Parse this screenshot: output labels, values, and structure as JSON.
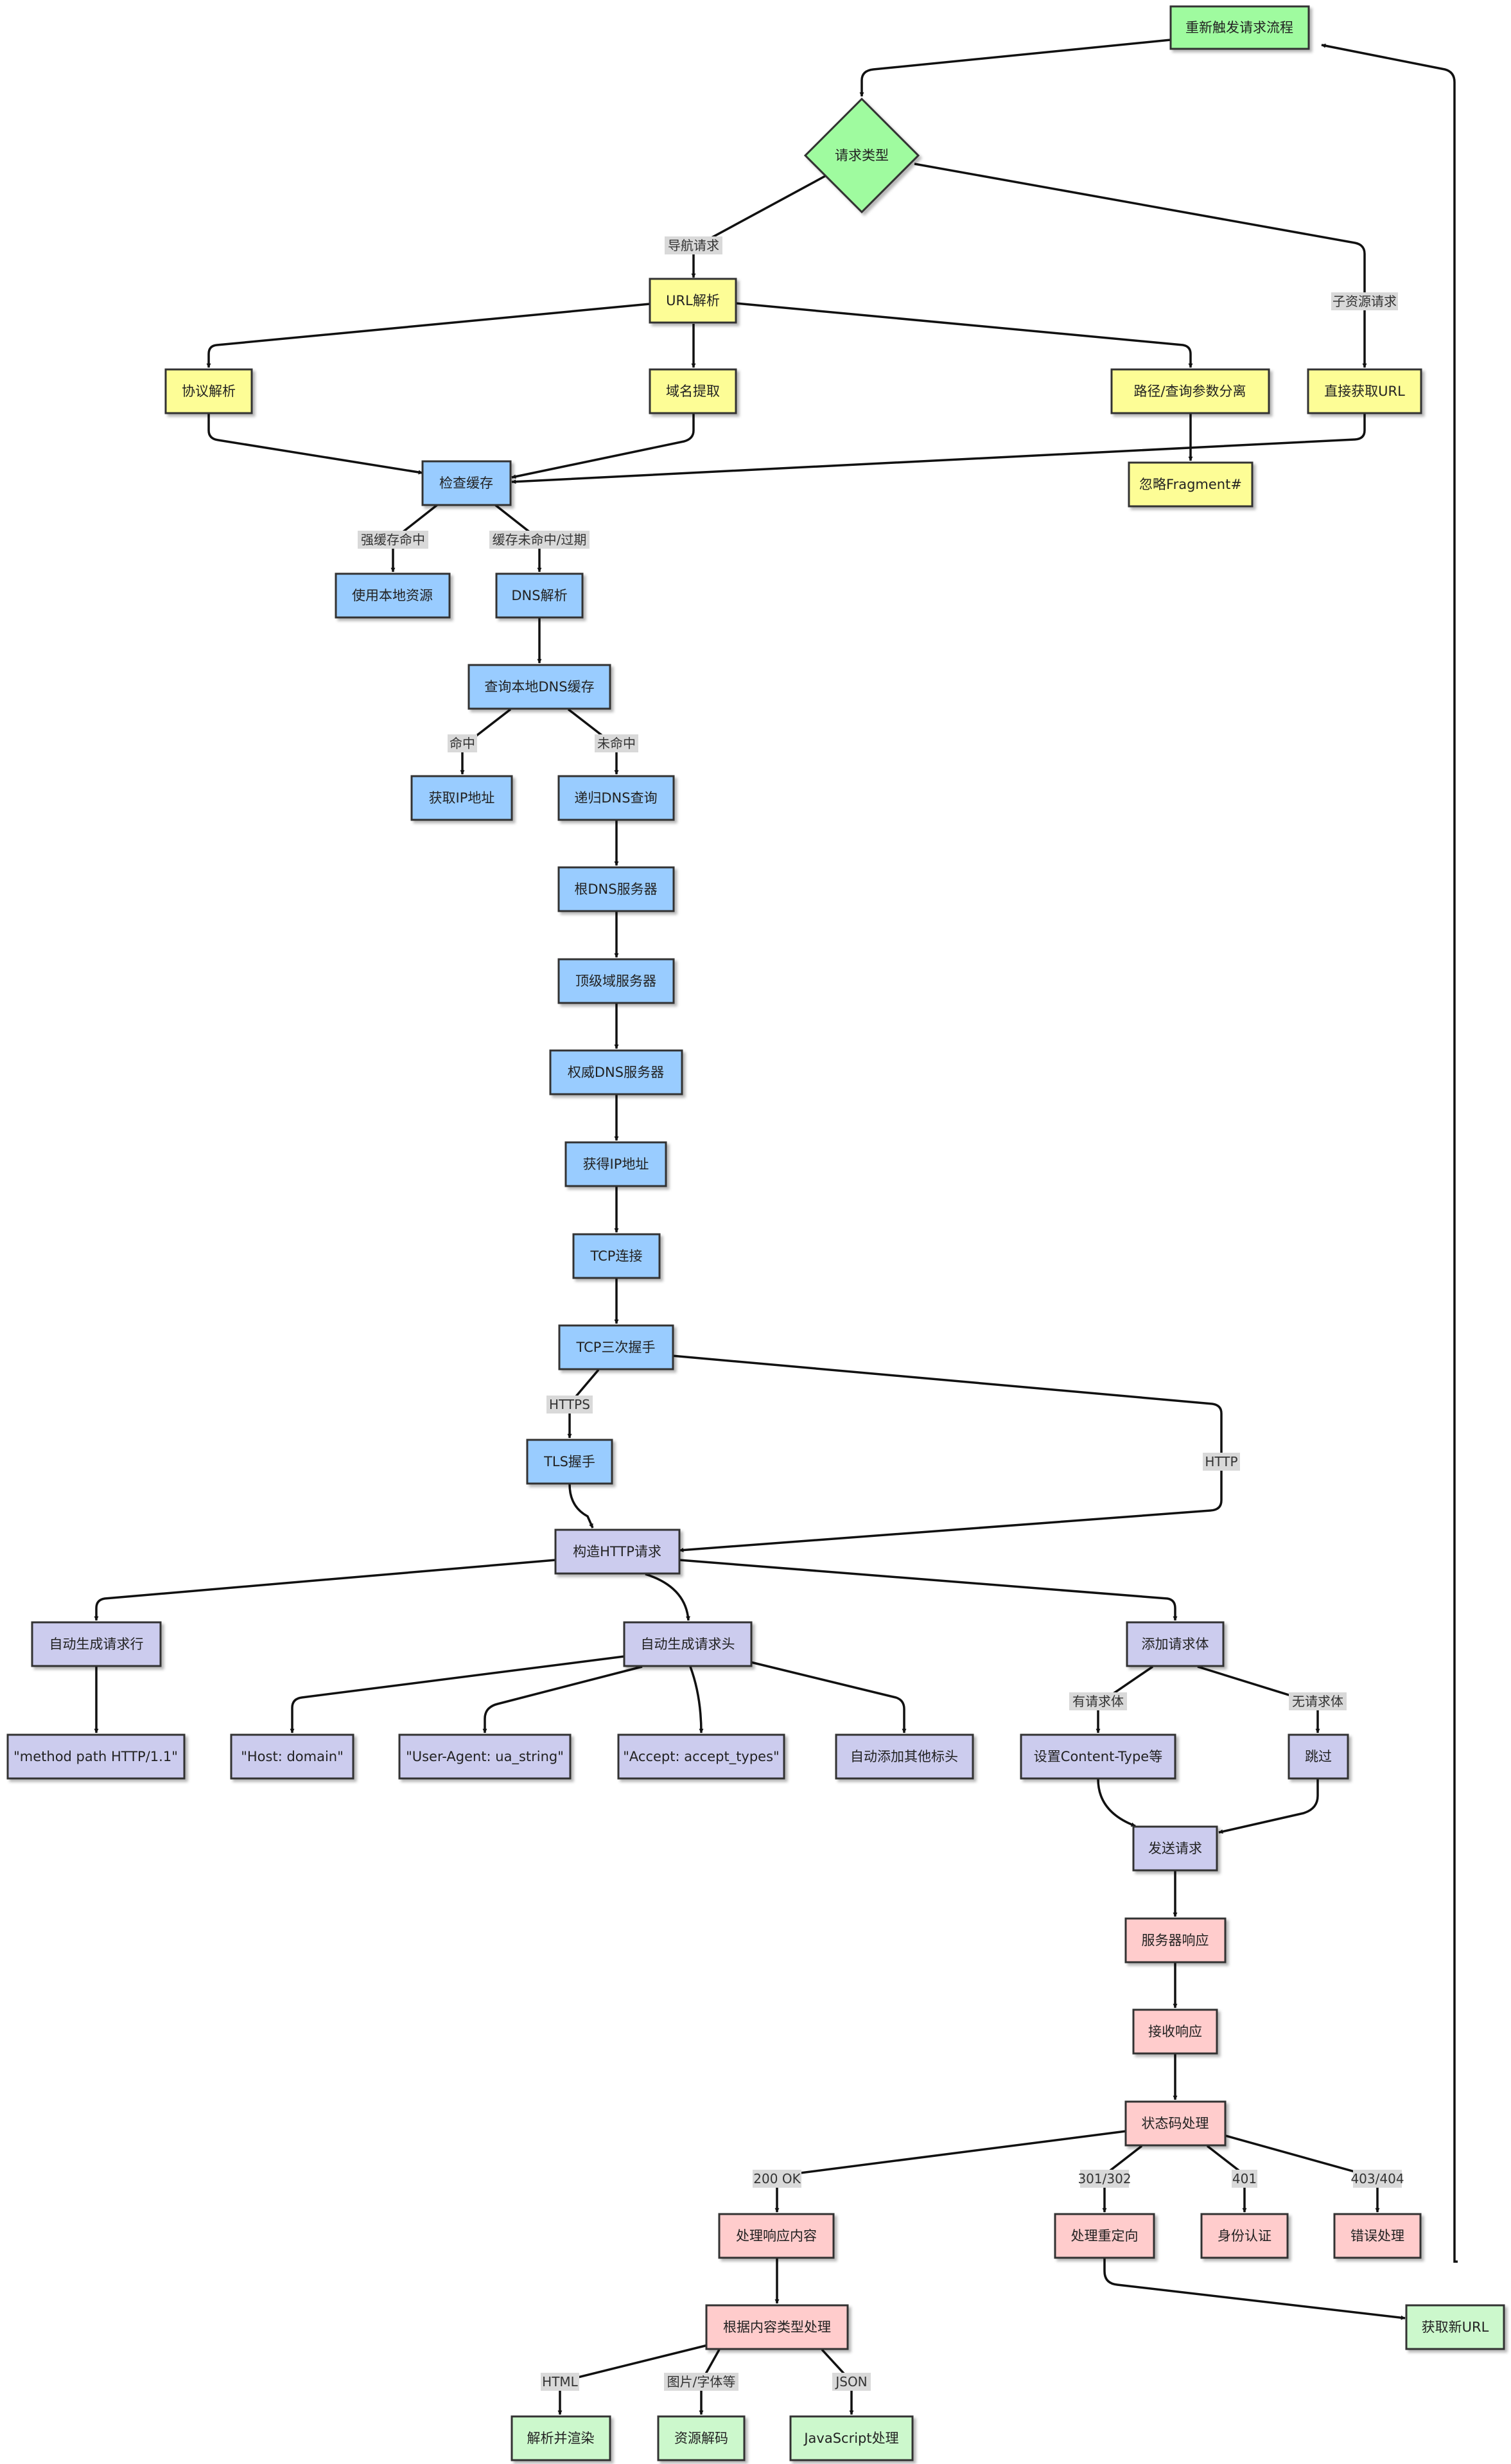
{
  "colors": {
    "green": "#9ffb9f",
    "green_light": "#ccf8cc",
    "yellow": "#fdfd96",
    "blue": "#99ccff",
    "purple": "#ccccee",
    "pink": "#ffcccc",
    "border": "#333333",
    "edge": "#111111",
    "label_bg": "#d9d9d9"
  },
  "nodes": {
    "retrigger": "重新触发请求流程",
    "request_type": "请求类型",
    "url_parse": "URL解析",
    "protocol_parse": "协议解析",
    "domain_extract": "域名提取",
    "path_query_split": "路径/查询参数分离",
    "direct_url": "直接获取URL",
    "ignore_fragment": "忽略Fragment#",
    "check_cache": "检查缓存",
    "use_local": "使用本地资源",
    "dns_resolve": "DNS解析",
    "query_local_dns": "查询本地DNS缓存",
    "get_ip": "获取IP地址",
    "recursive_dns": "递归DNS查询",
    "root_dns": "根DNS服务器",
    "tld_server": "顶级域服务器",
    "auth_dns": "权威DNS服务器",
    "got_ip": "获得IP地址",
    "tcp_connect": "TCP连接",
    "tcp_handshake": "TCP三次握手",
    "tls_handshake": "TLS握手",
    "build_request": "构造HTTP请求",
    "gen_request_line": "自动生成请求行",
    "gen_headers": "自动生成请求头",
    "add_body": "添加请求体",
    "method_line": "\"method path HTTP/1.1\"",
    "host_header": "\"Host: domain\"",
    "ua_header": "\"User-Agent: ua_string\"",
    "accept_header": "\"Accept: accept_types\"",
    "other_headers": "自动添加其他标头",
    "set_content_type": "设置Content-Type等",
    "skip": "跳过",
    "send_request": "发送请求",
    "server_response": "服务器响应",
    "receive_response": "接收响应",
    "status_code": "状态码处理",
    "handle_content": "处理响应内容",
    "handle_redirect": "处理重定向",
    "auth": "身份认证",
    "error_handle": "错误处理",
    "get_new_url": "获取新URL",
    "content_type_process": "根据内容类型处理",
    "parse_render": "解析并渲染",
    "resource_decode": "资源解码",
    "js_process": "JavaScript处理"
  },
  "edge_labels": {
    "navigation": "导航请求",
    "subresource": "子资源请求",
    "strong_cache_hit": "强缓存命中",
    "cache_miss": "缓存未命中/过期",
    "hit": "命中",
    "miss": "未命中",
    "https": "HTTPS",
    "http": "HTTP",
    "has_body": "有请求体",
    "no_body": "无请求体",
    "ok_200": "200 OK",
    "redirect_301_302": "301/302",
    "code_401": "401",
    "code_403_404": "403/404",
    "html": "HTML",
    "image_font": "图片/字体等",
    "json": "JSON"
  }
}
